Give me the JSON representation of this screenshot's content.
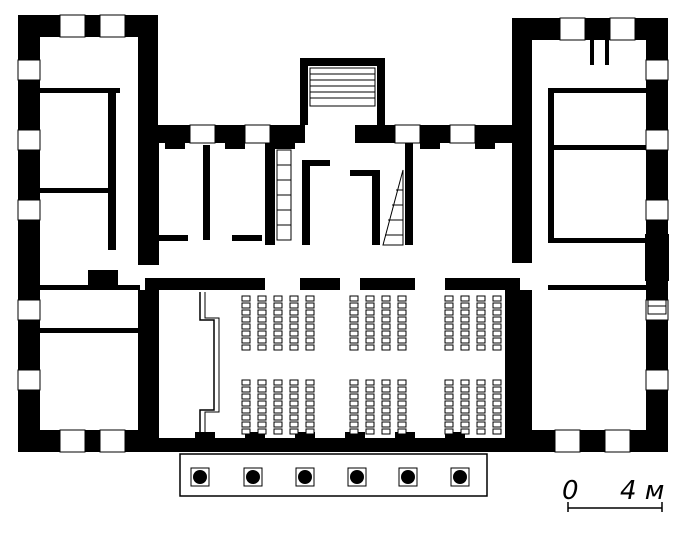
{
  "scale_bar": {
    "start_label": "0",
    "end_label": "4 м",
    "length_m": 4
  },
  "colors": {
    "wall": "#000000",
    "background": "#ffffff"
  }
}
